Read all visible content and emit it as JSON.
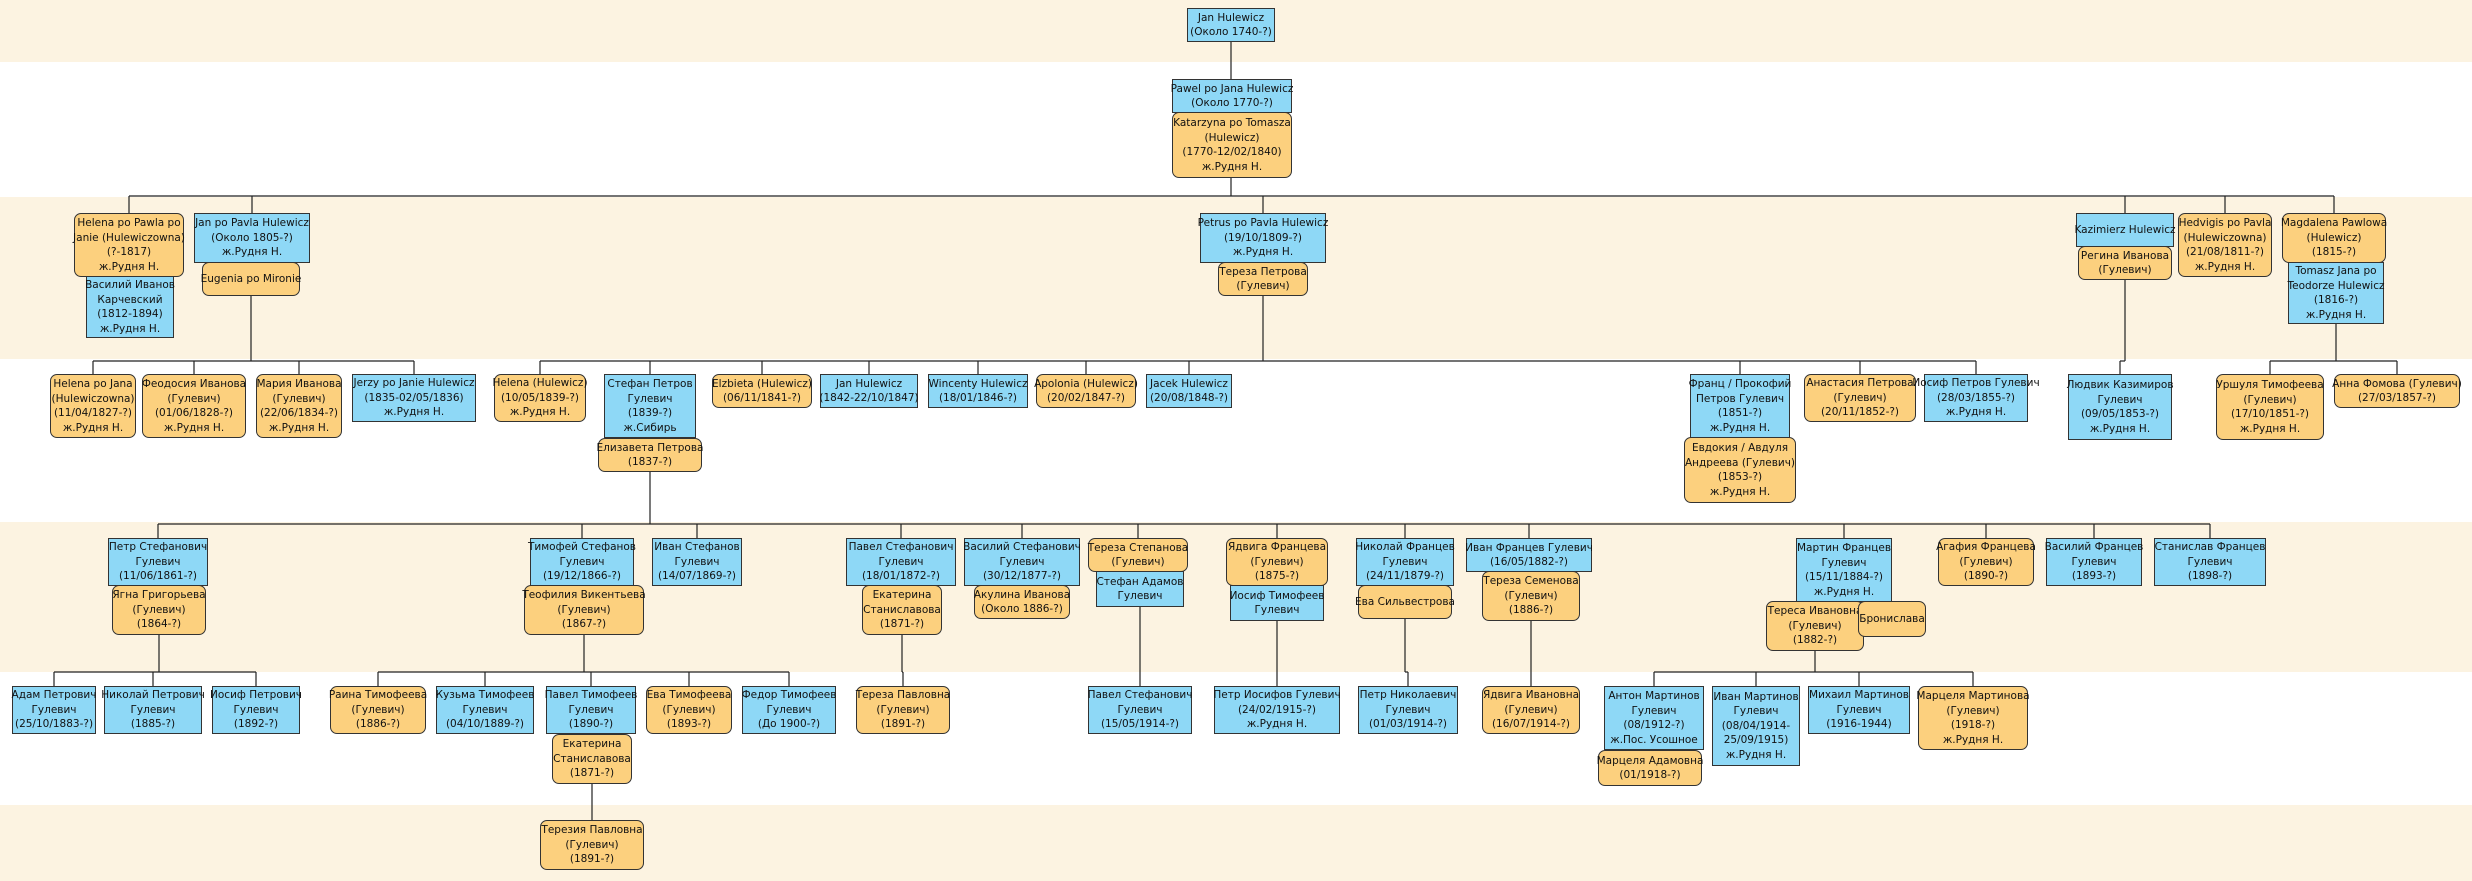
{
  "colors": {
    "male": "#8ed8f6",
    "female": "#fcd07e",
    "band": "#fcf3e1",
    "line": "#222222"
  },
  "people": {
    "p1": {
      "sex": "m",
      "lines": [
        "Jan Hulewicz",
        "(Около 1740-?)"
      ]
    },
    "p2": {
      "sex": "m",
      "lines": [
        "Pawel po Jana Hulewicz",
        "(Около 1770-?)"
      ]
    },
    "p3": {
      "sex": "f",
      "lines": [
        "Katarzyna po Tomasza",
        "(Hulewicz)",
        "(1770-12/02/1840)",
        "ж.Рудня Н."
      ]
    },
    "p4": {
      "sex": "f",
      "lines": [
        "Helena po Pawla po",
        "Janie (Hulewiczowna)",
        "(?-1817)",
        "ж.Рудня Н."
      ]
    },
    "p5": {
      "sex": "m",
      "lines": [
        "Василий Иванов",
        "Карчевский",
        "(1812-1894)",
        "ж.Рудня Н."
      ]
    },
    "p6": {
      "sex": "m",
      "lines": [
        "Jan po Pavla Hulewicz",
        "(Около 1805-?)",
        "ж.Рудня Н."
      ]
    },
    "p7": {
      "sex": "f",
      "lines": [
        "Eugenia po Mironie"
      ]
    },
    "p8": {
      "sex": "m",
      "lines": [
        "Petrus po Pavla Hulewicz",
        "(19/10/1809-?)",
        "ж.Рудня Н."
      ]
    },
    "p9": {
      "sex": "f",
      "lines": [
        "Тереза Петрова",
        "(Гулевич)"
      ]
    },
    "p10": {
      "sex": "m",
      "lines": [
        "Kazimierz Hulewicz"
      ]
    },
    "p11": {
      "sex": "f",
      "lines": [
        "Регина Иванова",
        "(Гулевич)"
      ]
    },
    "p12": {
      "sex": "f",
      "lines": [
        "Hedvigis po Pavla",
        "(Hulewiczowna)",
        "(21/08/1811-?)",
        "ж.Рудня Н."
      ]
    },
    "p13": {
      "sex": "f",
      "lines": [
        "Magdalena Pawlowa",
        "(Hulewicz)",
        "(1815-?)"
      ]
    },
    "p14": {
      "sex": "m",
      "lines": [
        "Tomasz Jana po",
        "Teodorze Hulewicz",
        "(1816-?)",
        "ж.Рудня Н."
      ]
    },
    "p15": {
      "sex": "f",
      "lines": [
        "Helena po Jana",
        "(Hulewiczowna)",
        "(11/04/1827-?)",
        "ж.Рудня Н."
      ]
    },
    "p16": {
      "sex": "f",
      "lines": [
        "Феодосия Иванова",
        "(Гулевич)",
        "(01/06/1828-?)",
        "ж.Рудня Н."
      ]
    },
    "p17": {
      "sex": "f",
      "lines": [
        "Мария Иванова",
        "(Гулевич)",
        "(22/06/1834-?)",
        "ж.Рудня Н."
      ]
    },
    "p18": {
      "sex": "m",
      "lines": [
        "Jerzy po Janie Hulewicz",
        "(1835-02/05/1836)",
        "ж.Рудня Н."
      ]
    },
    "p19": {
      "sex": "f",
      "lines": [
        "Helena (Hulewicz)",
        "(10/05/1839-?)",
        "ж.Рудня Н."
      ]
    },
    "p20": {
      "sex": "m",
      "lines": [
        "Стефан Петров",
        "Гулевич",
        "(1839-?)",
        "ж.Сибирь"
      ]
    },
    "p21": {
      "sex": "f",
      "lines": [
        "Елизавета Петрова",
        "(1837-?)"
      ]
    },
    "p22": {
      "sex": "f",
      "lines": [
        "Elzbieta (Hulewicz)",
        "(06/11/1841-?)"
      ]
    },
    "p23": {
      "sex": "m",
      "lines": [
        "Jan Hulewicz",
        "(1842-22/10/1847)"
      ]
    },
    "p24": {
      "sex": "m",
      "lines": [
        "Wincenty Hulewicz",
        "(18/01/1846-?)"
      ]
    },
    "p25": {
      "sex": "f",
      "lines": [
        "Apolonia (Hulewicz)",
        "(20/02/1847-?)"
      ]
    },
    "p26": {
      "sex": "m",
      "lines": [
        "Jacek Hulewicz",
        "(20/08/1848-?)"
      ]
    },
    "p27": {
      "sex": "m",
      "lines": [
        "Франц / Прокофий",
        "Петров Гулевич",
        "(1851-?)",
        "ж.Рудня Н."
      ]
    },
    "p28": {
      "sex": "f",
      "lines": [
        "Евдокия / Авдуля",
        "Андреева (Гулевич)",
        "(1853-?)",
        "ж.Рудня Н."
      ]
    },
    "p29": {
      "sex": "f",
      "lines": [
        "Анастасия Петрова",
        "(Гулевич)",
        "(20/11/1852-?)"
      ]
    },
    "p30": {
      "sex": "m",
      "lines": [
        "Иосиф Петров Гулевич",
        "(28/03/1855-?)",
        "ж.Рудня Н."
      ]
    },
    "p31": {
      "sex": "m",
      "lines": [
        "Людвик Казимиров",
        "Гулевич",
        "(09/05/1853-?)",
        "ж.Рудня Н."
      ]
    },
    "p32": {
      "sex": "f",
      "lines": [
        "Уршуля Тимофеева",
        "(Гулевич)",
        "(17/10/1851-?)",
        "ж.Рудня Н."
      ]
    },
    "p33": {
      "sex": "f",
      "lines": [
        "Анна Фомова (Гулевич)",
        "(27/03/1857-?)"
      ]
    },
    "p34": {
      "sex": "m",
      "lines": [
        "Петр Стефанович",
        "Гулевич",
        "(11/06/1861-?)"
      ]
    },
    "p35": {
      "sex": "f",
      "lines": [
        "Ягна Григорьева",
        "(Гулевич)",
        "(1864-?)"
      ]
    },
    "p36": {
      "sex": "m",
      "lines": [
        "Тимофей Стефанов",
        "Гулевич",
        "(19/12/1866-?)"
      ]
    },
    "p37": {
      "sex": "f",
      "lines": [
        "Теофилия Викентьева",
        "(Гулевич)",
        "(1867-?)"
      ]
    },
    "p38": {
      "sex": "m",
      "lines": [
        "Иван Стефанов",
        "Гулевич",
        "(14/07/1869-?)"
      ]
    },
    "p39": {
      "sex": "m",
      "lines": [
        "Павел Стефанович",
        "Гулевич",
        "(18/01/1872-?)"
      ]
    },
    "p40": {
      "sex": "f",
      "lines": [
        "Екатерина",
        "Станиславова",
        "(1871-?)"
      ]
    },
    "p41": {
      "sex": "m",
      "lines": [
        "Василий Стефанович",
        "Гулевич",
        "(30/12/1877-?)"
      ]
    },
    "p42": {
      "sex": "f",
      "lines": [
        "Акулина Иванова",
        "(Около 1886-?)"
      ]
    },
    "p43": {
      "sex": "f",
      "lines": [
        "Тереза Степанова",
        "(Гулевич)"
      ]
    },
    "p44": {
      "sex": "m",
      "lines": [
        "Стефан Адамов",
        "Гулевич"
      ]
    },
    "p45": {
      "sex": "f",
      "lines": [
        "Ядвига Францева",
        "(Гулевич)",
        "(1875-?)"
      ]
    },
    "p46": {
      "sex": "m",
      "lines": [
        "Иосиф Тимофеев",
        "Гулевич"
      ]
    },
    "p47": {
      "sex": "m",
      "lines": [
        "Николай Францев",
        "Гулевич",
        "(24/11/1879-?)"
      ]
    },
    "p48": {
      "sex": "f",
      "lines": [
        "Ева Сильвестрова"
      ]
    },
    "p49": {
      "sex": "m",
      "lines": [
        "Иван Францев Гулевич",
        "(16/05/1882-?)"
      ]
    },
    "p50": {
      "sex": "f",
      "lines": [
        "Тереза Семенова",
        "(Гулевич)",
        "(1886-?)"
      ]
    },
    "p51": {
      "sex": "m",
      "lines": [
        "Мартин Францев",
        "Гулевич",
        "(15/11/1884-?)",
        "ж.Рудня Н."
      ]
    },
    "p52": {
      "sex": "f",
      "lines": [
        "Тереса Ивановна",
        "(Гулевич)",
        "(1882-?)"
      ]
    },
    "p53": {
      "sex": "f",
      "lines": [
        "Бронислава"
      ]
    },
    "p54": {
      "sex": "f",
      "lines": [
        "Агафия Францева",
        "(Гулевич)",
        "(1890-?)"
      ]
    },
    "p55": {
      "sex": "m",
      "lines": [
        "Василий Францев",
        "Гулевич",
        "(1893-?)"
      ]
    },
    "p56": {
      "sex": "m",
      "lines": [
        "Станислав Францев",
        "Гулевич",
        "(1898-?)"
      ]
    },
    "p57": {
      "sex": "m",
      "lines": [
        "Адам Петрович",
        "Гулевич",
        "(25/10/1883-?)"
      ]
    },
    "p58": {
      "sex": "m",
      "lines": [
        "Николай Петрович",
        "Гулевич",
        "(1885-?)"
      ]
    },
    "p59": {
      "sex": "m",
      "lines": [
        "Иосиф Петрович",
        "Гулевич",
        "(1892-?)"
      ]
    },
    "p60": {
      "sex": "f",
      "lines": [
        "Раина Тимофеева",
        "(Гулевич)",
        "(1886-?)"
      ]
    },
    "p61": {
      "sex": "m",
      "lines": [
        "Кузьма Тимофеев",
        "Гулевич",
        "(04/10/1889-?)"
      ]
    },
    "p62": {
      "sex": "m",
      "lines": [
        "Павел Тимофеев",
        "Гулевич",
        "(1890-?)"
      ]
    },
    "p63": {
      "sex": "f",
      "lines": [
        "Екатерина",
        "Станиславова",
        "(1871-?)"
      ]
    },
    "p64": {
      "sex": "f",
      "lines": [
        "Ева Тимофеева",
        "(Гулевич)",
        "(1893-?)"
      ]
    },
    "p65": {
      "sex": "m",
      "lines": [
        "Федор Тимофеев",
        "Гулевич",
        "(До 1900-?)"
      ]
    },
    "p66": {
      "sex": "f",
      "lines": [
        "Тереза Павловна",
        "(Гулевич)",
        "(1891-?)"
      ]
    },
    "p67": {
      "sex": "m",
      "lines": [
        "Павел Стефанович",
        "Гулевич",
        "(15/05/1914-?)"
      ]
    },
    "p68": {
      "sex": "m",
      "lines": [
        "Петр Иосифов Гулевич",
        "(24/02/1915-?)",
        "ж.Рудня Н."
      ]
    },
    "p69": {
      "sex": "m",
      "lines": [
        "Петр Николаевич",
        "Гулевич",
        "(01/03/1914-?)"
      ]
    },
    "p70": {
      "sex": "f",
      "lines": [
        "Ядвига Ивановна",
        "(Гулевич)",
        "(16/07/1914-?)"
      ]
    },
    "p71": {
      "sex": "m",
      "lines": [
        "Антон Мартинов",
        "Гулевич",
        "(08/1912-?)",
        "ж.Пос. Усошное"
      ]
    },
    "p72": {
      "sex": "f",
      "lines": [
        "Марцеля Адамовна",
        "(01/1918-?)"
      ]
    },
    "p73": {
      "sex": "m",
      "lines": [
        "Иван Мартинов",
        "Гулевич",
        "(08/04/1914-",
        "25/09/1915)",
        "ж.Рудня Н."
      ]
    },
    "p74": {
      "sex": "m",
      "lines": [
        "Михаил Мартинов",
        "Гулевич",
        "(1916-1944)"
      ]
    },
    "p75": {
      "sex": "f",
      "lines": [
        "Марцеля Мартинова",
        "(Гулевич)",
        "(1918-?)",
        "ж.Рудня Н."
      ]
    },
    "p76": {
      "sex": "f",
      "lines": [
        "Терезия Павловна",
        "(Гулевич)",
        "(1891-?)"
      ]
    }
  }
}
